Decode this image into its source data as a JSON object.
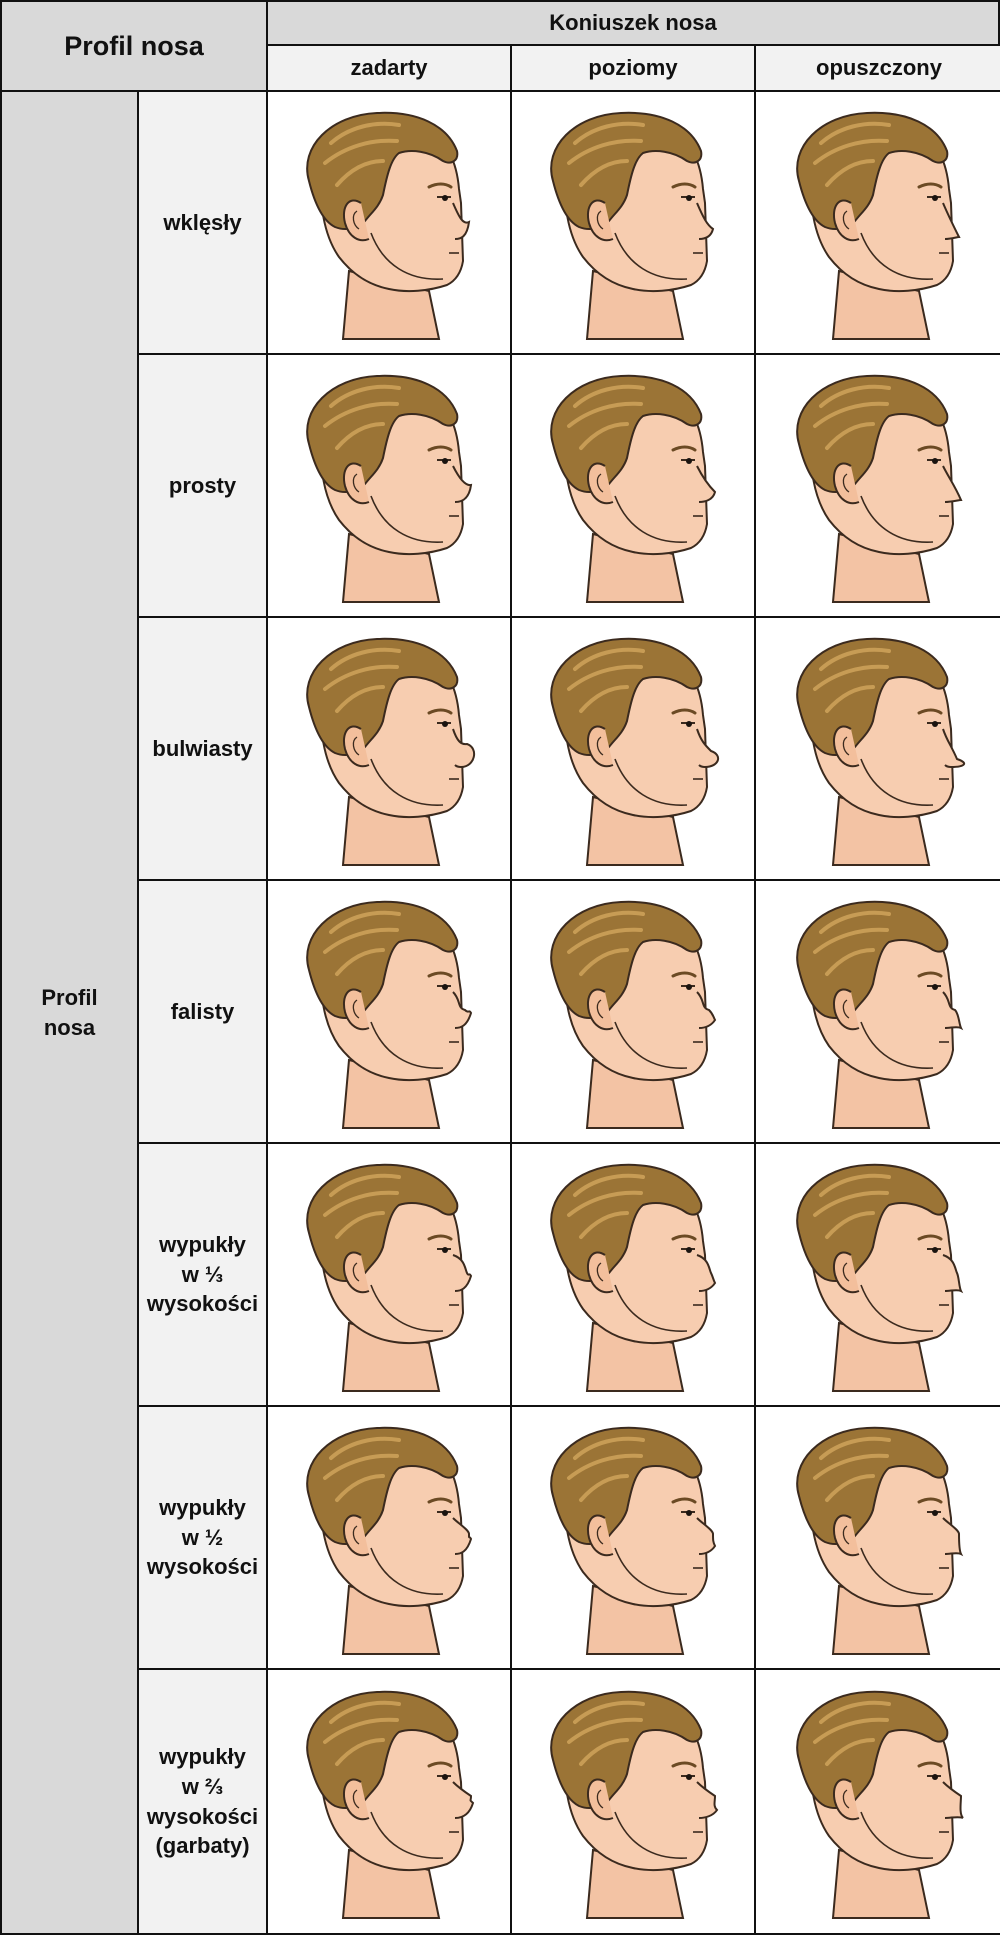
{
  "corner_title": "Profil nosa",
  "group_header": "Koniuszek nosa",
  "columns": [
    "zadarty",
    "poziomy",
    "opuszczony"
  ],
  "side_label": "Profil\nnosa",
  "rows": [
    {
      "label": "wklęsły"
    },
    {
      "label": "prosty"
    },
    {
      "label": "bulwiasty"
    },
    {
      "label": "falisty"
    },
    {
      "label": "wypukły\nw ⅓\nwysokości"
    },
    {
      "label": "wypukły\nw ½\nwysokości"
    },
    {
      "label": "wypukły\nw ⅔\nwysokości\n(garbaty)"
    }
  ],
  "colors": {
    "header_bg": "#d9d9d9",
    "subheader_bg": "#f2f2f2",
    "hair": "#9b7436",
    "hair_highlight": "#c79c55",
    "skin": "#f7cdb0",
    "outline": "#3b2a1e"
  },
  "icon": "male-head-profile-icon"
}
